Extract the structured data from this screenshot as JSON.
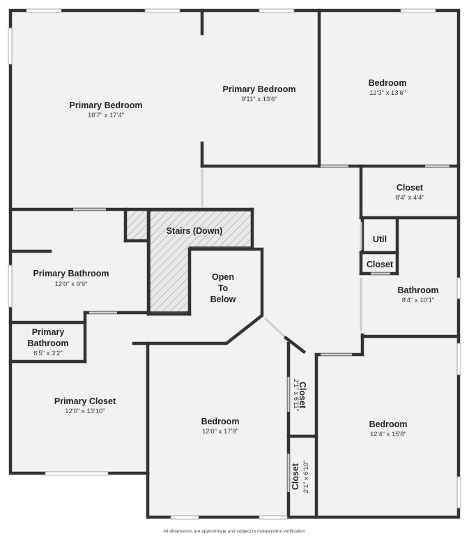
{
  "colors": {
    "wall": "#333333",
    "floor": "#f2f2f2",
    "text": "#222222",
    "stairs_hatch": "#9a9a9a"
  },
  "rooms": {
    "primary_bedroom_main": {
      "name": "Primary Bedroom",
      "dim": "16'7\" x 17'4\""
    },
    "primary_bedroom_sitting": {
      "name": "Primary Bedroom",
      "dim": "9'11\" x 13'6\""
    },
    "bedroom_ne": {
      "name": "Bedroom",
      "dim": "12'3\" x 13'6\""
    },
    "closet_ne": {
      "name": "Closet",
      "dim": "8'4\" x 4'4\""
    },
    "util": {
      "name": "Util"
    },
    "closet_small": {
      "name": "Closet"
    },
    "bathroom_e": {
      "name": "Bathroom",
      "dim": "8'4\" x 10'1\""
    },
    "stairs": {
      "name": "Stairs (Down)"
    },
    "open_below": {
      "line1": "Open",
      "line2": "To",
      "line3": "Below"
    },
    "primary_bathroom": {
      "name": "Primary Bathroom",
      "dim": "12'0\" x 9'9\""
    },
    "primary_bathroom_small": {
      "line1": "Primary",
      "line2": "Bathroom",
      "dim": "6'5\" x 3'2\""
    },
    "primary_closet": {
      "name": "Primary Closet",
      "dim": "12'0\" x 13'10\""
    },
    "bedroom_s": {
      "name": "Bedroom",
      "dim": "12'0\" x 17'9\""
    },
    "closet_v1": {
      "name": "Closet",
      "dim": "2'1\" x 6'11\""
    },
    "closet_v2": {
      "name": "Closet",
      "dim": "2'1\" x 6'10\""
    },
    "bedroom_se": {
      "name": "Bedroom",
      "dim": "12'4\" x 15'8\""
    }
  },
  "footer": {
    "note": "All dimensions are approximate and subject to independent verification"
  }
}
